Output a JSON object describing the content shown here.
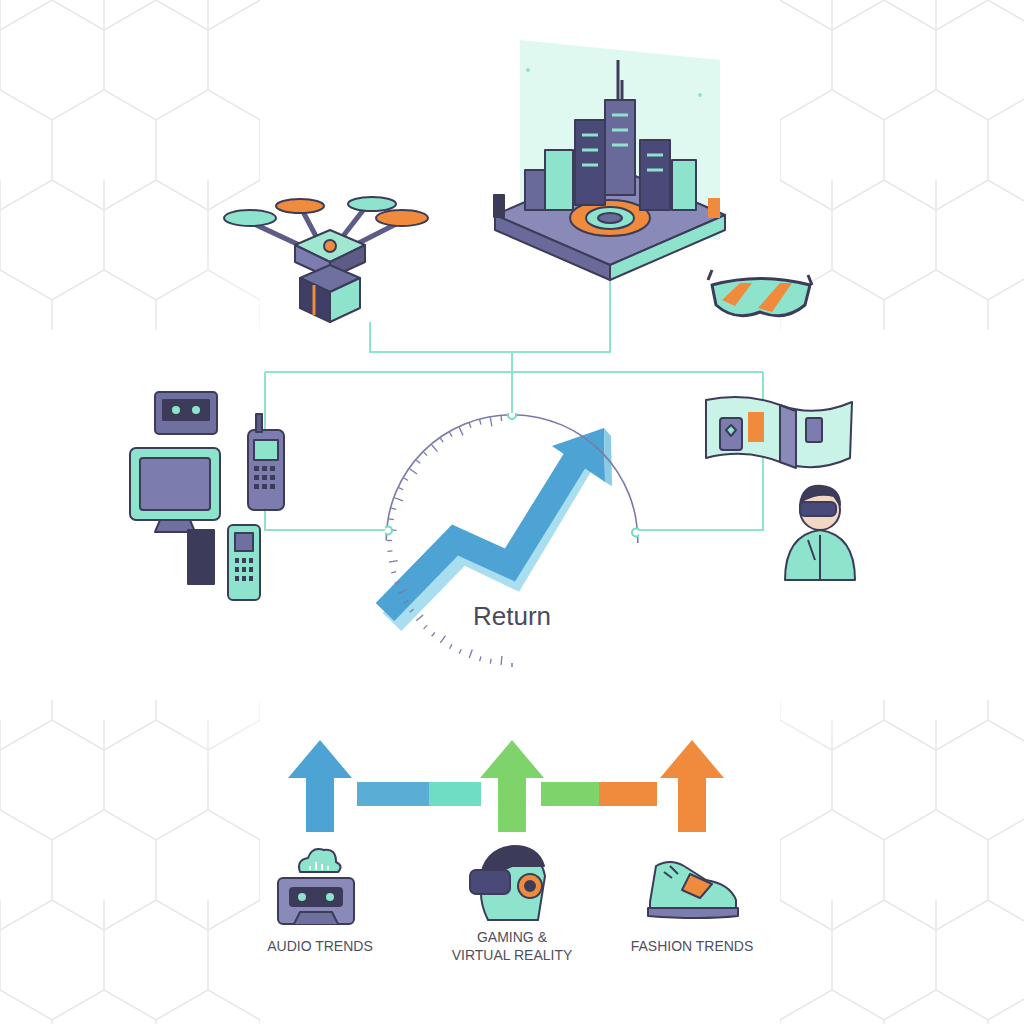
{
  "diagram": {
    "nodes": [
      {
        "text": [
          "Return"
        ]
      }
    ],
    "labels": [
      "AUDIO TRENDS",
      "GAMING & VIRTUAL REALITY",
      "FASHION TRENDS"
    ]
  }
}
